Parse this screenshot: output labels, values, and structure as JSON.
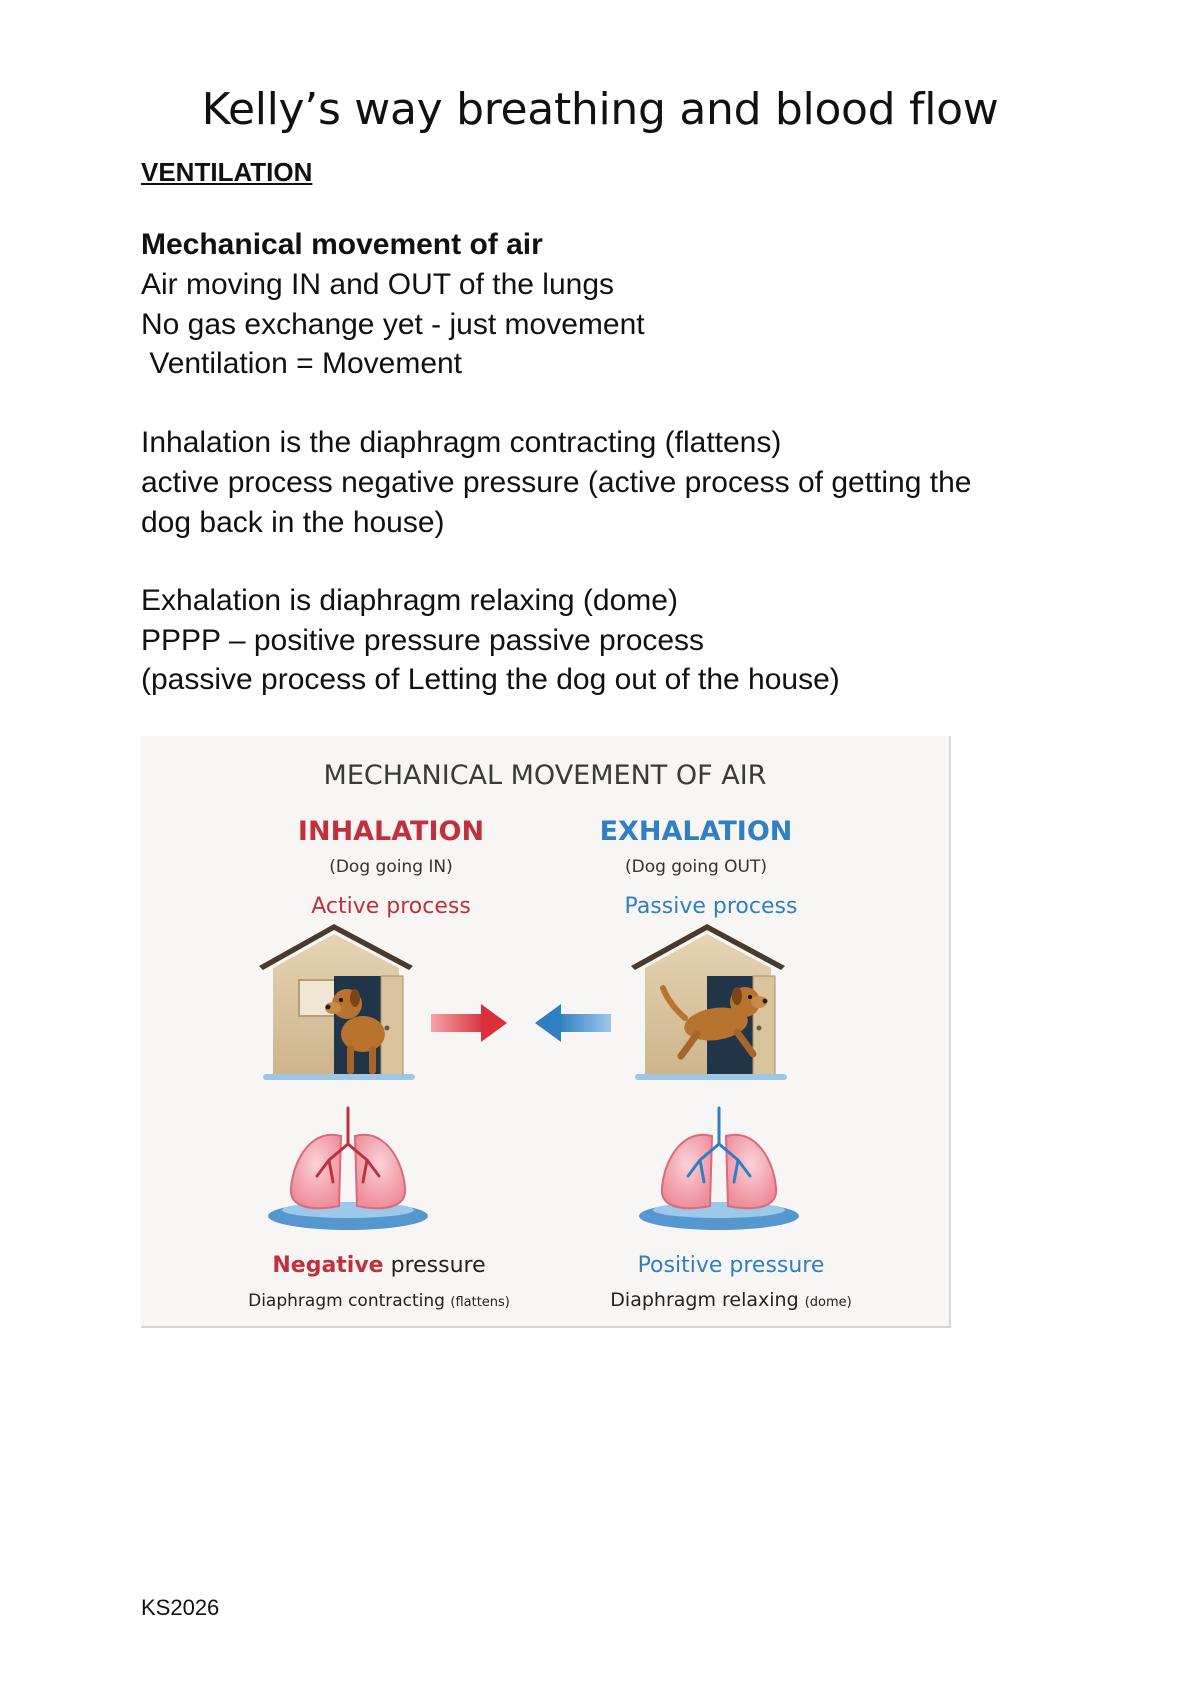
{
  "document": {
    "title": "Kelly’s way breathing and blood flow",
    "section_heading": "VENTILATION",
    "paragraphs": [
      {
        "bold_line": "Mechanical movement of air",
        "lines": [
          "Air moving IN and OUT of the lungs",
          "No gas exchange yet - just movement",
          " Ventilation = Movement"
        ]
      },
      {
        "lines": [
          "Inhalation is the diaphragm contracting (flattens)",
          "active process negative pressure (active process of getting the",
          "dog back in the house)"
        ]
      },
      {
        "lines": [
          "Exhalation is diaphragm relaxing (dome)",
          "PPPP – positive pressure passive process",
          "(passive process of Letting the dog out of the house)"
        ]
      }
    ],
    "footer": "KS2026"
  },
  "figure": {
    "title": "MECHANICAL MOVEMENT OF AIR",
    "inhalation": {
      "heading": "INHALATION",
      "subheading": "(Dog going IN)",
      "process": "Active process",
      "pressure_word": "Negative",
      "pressure_suffix": " pressure",
      "caption_main": "Diaphragm contracting ",
      "caption_small": "(flattens)"
    },
    "exhalation": {
      "heading": "EXHALATION",
      "subheading": "(Dog going OUT)",
      "process": "Passive process",
      "pressure_label": "Positive pressure",
      "caption_main": "Diaphragm relaxing ",
      "caption_small": "(dome)"
    },
    "colors": {
      "inhalation": "#c0313f",
      "exhalation": "#2f7fc1",
      "house_wall": "#dcc7a3",
      "roof": "#4a3a2c",
      "dog": "#b8742f",
      "lung": "#f2a3ad",
      "water": "#3b86c8"
    },
    "icons": [
      "dog-house-icon",
      "dog-icon",
      "arrow-right-icon",
      "arrow-left-icon",
      "lungs-icon"
    ]
  }
}
